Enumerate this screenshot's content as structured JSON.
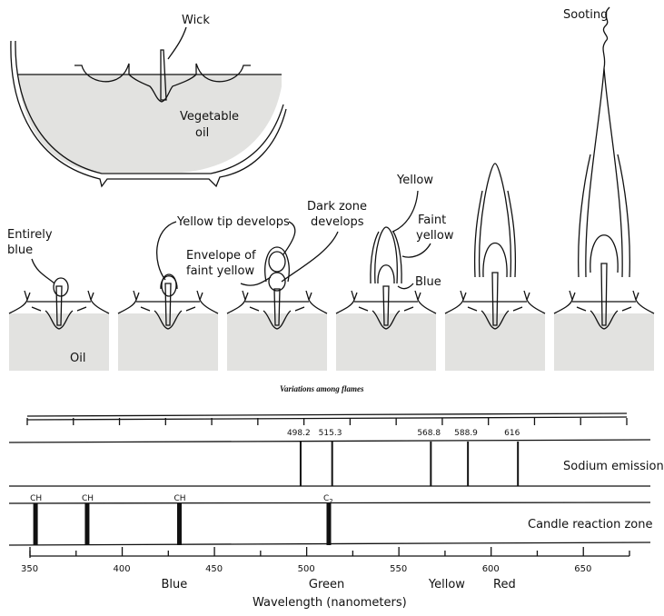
{
  "lamp": {
    "wick_label": "Wick",
    "oil_label_line1": "Vegetable",
    "oil_label_line2": "oil"
  },
  "flames": {
    "caption": "Variations among flames",
    "panels": [
      {
        "id": 1,
        "labels": [
          "Entirely",
          "blue"
        ],
        "oil_label": "Oil"
      },
      {
        "id": 2,
        "labels": [
          "Yellow tip develops"
        ]
      },
      {
        "id": 3,
        "labels": [
          "Envelope of",
          "faint yellow",
          "Dark zone",
          "develops"
        ]
      },
      {
        "id": 4,
        "labels": [
          "Yellow",
          "Faint",
          "yellow",
          "Blue"
        ]
      },
      {
        "id": 5,
        "labels": []
      },
      {
        "id": 6,
        "labels": [
          "Sooting"
        ]
      }
    ]
  },
  "chart_data": {
    "type": "spectrum",
    "xlabel": "Wavelength (nanometers)",
    "xlim": [
      350,
      675
    ],
    "ticks_major": [
      350,
      400,
      450,
      500,
      550,
      600,
      650
    ],
    "ticks_minor": [
      375,
      425,
      475,
      525,
      575,
      625,
      675
    ],
    "color_regions": [
      {
        "label": "Blue",
        "at": 430
      },
      {
        "label": "Green",
        "at": 510
      },
      {
        "label": "Yellow",
        "at": 575
      },
      {
        "label": "Red",
        "at": 610
      }
    ],
    "series": [
      {
        "name": "Sodium emission",
        "lines": [
          {
            "label": "498.2",
            "x": 498.2
          },
          {
            "label": "515.3",
            "x": 515.3
          },
          {
            "label": "568.8",
            "x": 568.8
          },
          {
            "label": "588.9",
            "x": 588.9
          },
          {
            "label": "616",
            "x": 616
          }
        ]
      },
      {
        "name": "Candle reaction zone",
        "lines": [
          {
            "label": "CH",
            "x": 353
          },
          {
            "label": "CH",
            "x": 381
          },
          {
            "label": "CH",
            "x": 431
          },
          {
            "label": "C2",
            "x": 512
          }
        ]
      }
    ]
  }
}
